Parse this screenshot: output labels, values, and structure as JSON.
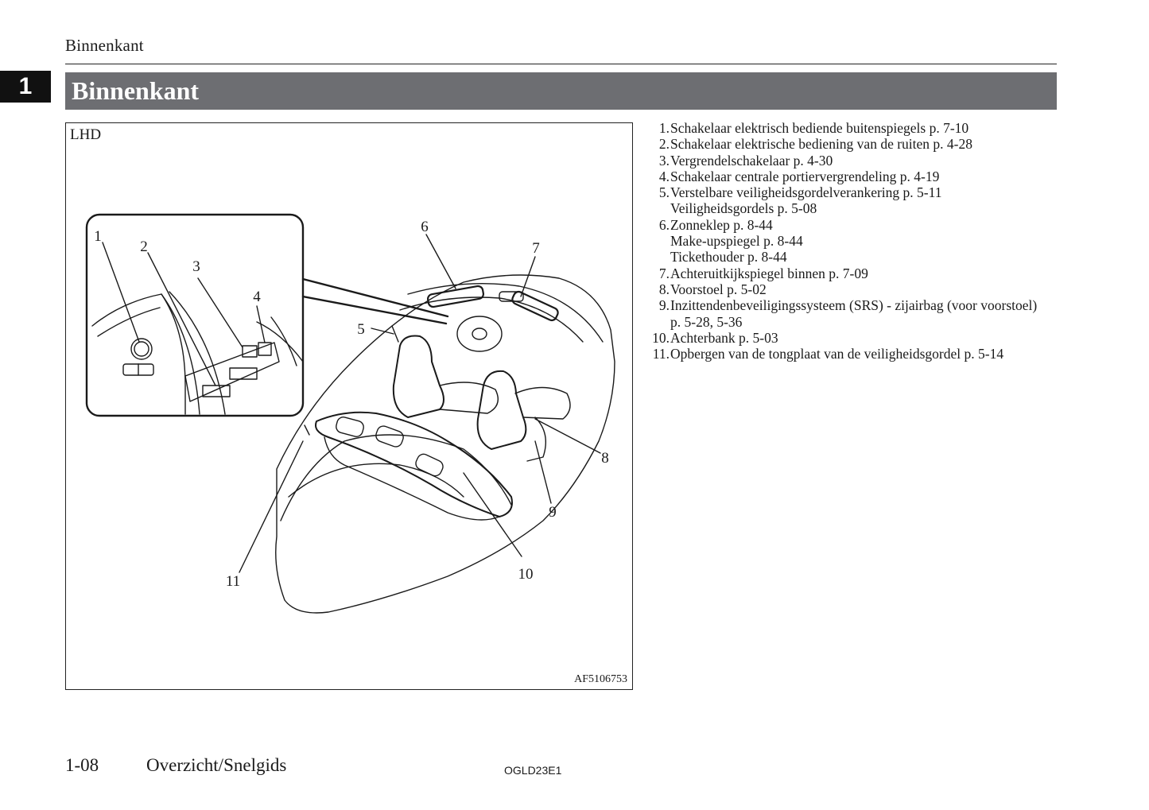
{
  "header": {
    "running_title": "Binnenkant"
  },
  "chapter": {
    "tab_number": "1"
  },
  "section": {
    "title": "Binnenkant"
  },
  "figure": {
    "label": "LHD",
    "image_code": "AF5106753",
    "callouts": [
      "1",
      "2",
      "3",
      "4",
      "5",
      "6",
      "7",
      "8",
      "9",
      "10",
      "11"
    ]
  },
  "legend": [
    {
      "number": "1.",
      "lines": [
        "Schakelaar elektrisch bediende buitenspiegels p. 7-10"
      ]
    },
    {
      "number": "2.",
      "lines": [
        "Schakelaar elektrische bediening van de ruiten p. 4-28"
      ]
    },
    {
      "number": "3.",
      "lines": [
        "Vergrendelschakelaar p. 4-30"
      ]
    },
    {
      "number": "4.",
      "lines": [
        "Schakelaar centrale portiervergrendeling p. 4-19"
      ]
    },
    {
      "number": "5.",
      "lines": [
        "Verstelbare veiligheidsgordelverankering p. 5-11",
        "Veiligheidsgordels p. 5-08"
      ]
    },
    {
      "number": "6.",
      "lines": [
        "Zonneklep p. 8-44",
        "Make-upspiegel p. 8-44",
        "Tickethouder p. 8-44"
      ]
    },
    {
      "number": "7.",
      "lines": [
        "Achteruitkijkspiegel binnen p. 7-09"
      ]
    },
    {
      "number": "8.",
      "lines": [
        "Voorstoel p. 5-02"
      ]
    },
    {
      "number": "9.",
      "lines": [
        "Inzittendenbeveiligingssysteem (SRS) - zijairbag (voor voorstoel)",
        "p. 5-28, 5-36"
      ]
    },
    {
      "number": "10.",
      "lines": [
        "Achterbank p. 5-03"
      ]
    },
    {
      "number": "11.",
      "lines": [
        "Opbergen van de tongplaat van de veiligheidsgordel p. 5-14"
      ]
    }
  ],
  "footer": {
    "page_number": "1-08",
    "chapter_title": "Overzicht/Snelgids",
    "document_code": "OGLD23E1"
  }
}
